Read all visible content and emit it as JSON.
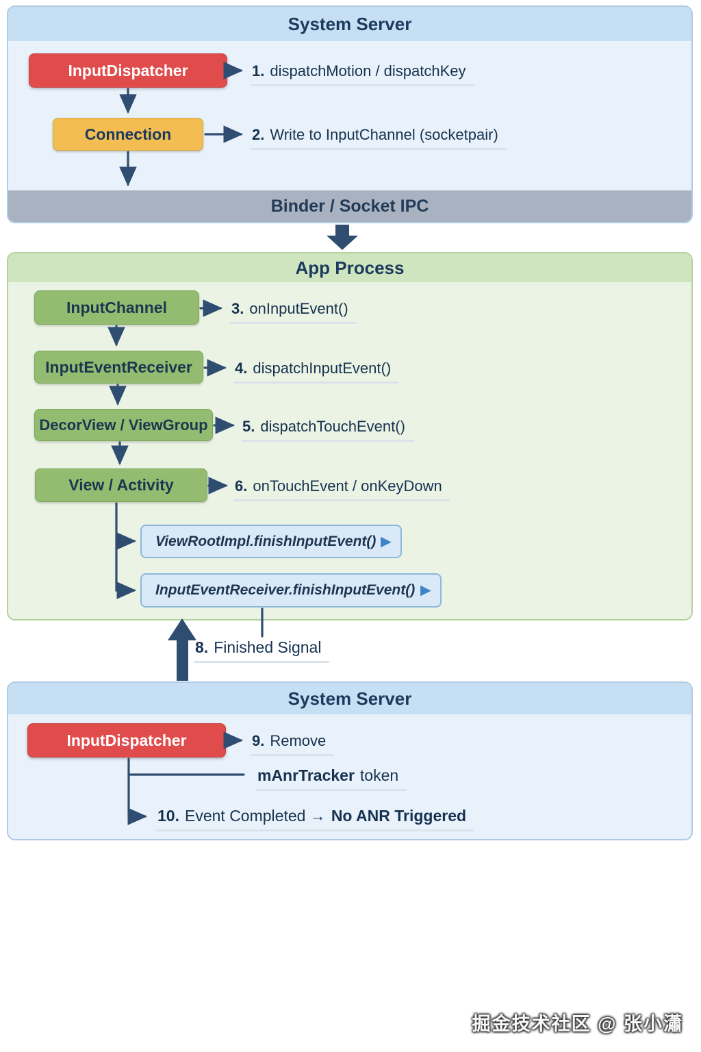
{
  "colors": {
    "arrow": "#2e4d70",
    "panel-blue-bg": "#e9f2fb",
    "panel-blue-header": "#c6dff3",
    "panel-blue-border": "#aecbe6",
    "panel-green-bg": "#ebf3e4",
    "panel-green-header": "#cfe5bf",
    "panel-green-border": "#b4d1a0",
    "red-box": "#e04b4b",
    "orange-box": "#f3bd52",
    "green-box": "#93bc70",
    "ipc-bar": "#a9b2c0",
    "finish-box-bg": "#d9e9f8",
    "finish-box-border": "#8db7dc",
    "title-text": "#1c3a5e",
    "label-text": "#16324f",
    "underline": "#dbe2e9",
    "play-icon": "#3d85c8"
  },
  "top_server": {
    "title": "System Server",
    "input_dispatcher": "InputDispatcher",
    "connection": "Connection",
    "step1_num": "1.",
    "step1_text": "dispatchMotion / dispatchKey",
    "step2_num": "2.",
    "step2_text": "Write to InputChannel (socketpair)",
    "ipc_bar": "Binder / Socket IPC"
  },
  "app_process": {
    "title": "App Process",
    "input_channel": "InputChannel",
    "input_event_receiver": "InputEventReceiver",
    "decor_view": "DecorView / ViewGroup",
    "view_activity": "View / Activity",
    "step3_num": "3.",
    "step3_text": "onInputEvent()",
    "step4_num": "4.",
    "step4_text": "dispatchInputEvent()",
    "step5_num": "5.",
    "step5_text": "dispatchTouchEvent()",
    "step6_num": "6.",
    "step6_text": "onTouchEvent / onKeyDown",
    "finish_box1": "ViewRootImpl.finishInputEvent()",
    "finish_box2": "InputEventReceiver.finishInputEvent()",
    "play_icon": "▶"
  },
  "finished_signal": {
    "num": "8.",
    "text": "Finished Signal"
  },
  "bottom_server": {
    "title": "System Server",
    "input_dispatcher": "InputDispatcher",
    "step9_num": "9.",
    "step9_text": "Remove",
    "tracker_bold": "mAnrTracker",
    "tracker_text": "token",
    "step10_num": "10.",
    "step10_text": "Event Completed →",
    "step10_bold": "No ANR Triggered"
  },
  "watermark": "掘金技术社区 @ 张小瀟"
}
